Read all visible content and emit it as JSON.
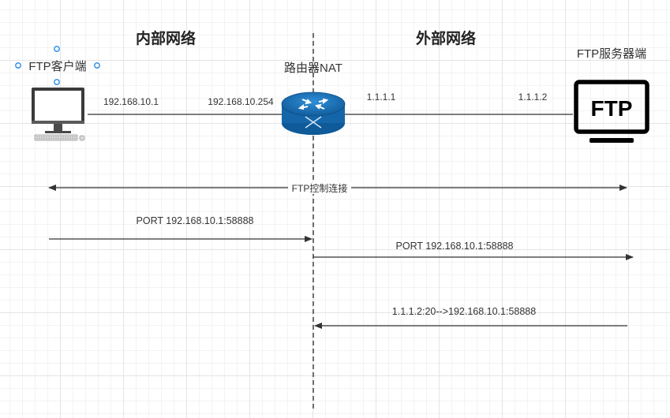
{
  "zones": {
    "internal": "内部网络",
    "external": "外部网络"
  },
  "nodes": {
    "client": {
      "label": "FTP客户端",
      "icon": "desktop-computer-icon"
    },
    "router": {
      "label": "路由器NAT",
      "icon": "router-icon"
    },
    "server": {
      "label": "FTP服务器端",
      "icon": "ftp-monitor-icon",
      "icon_text": "FTP"
    }
  },
  "addresses": {
    "client_ip": "192.168.10.1",
    "router_inner_ip": "192.168.10.254",
    "router_outer_ip": "1.1.1.1",
    "server_ip": "1.1.1.2"
  },
  "messages": {
    "control": "FTP控制连接",
    "port_client": "PORT 192.168.10.1:58888",
    "port_forwarded": "PORT 192.168.10.1:58888",
    "data_conn": "1.1.1.2:20-->192.168.10.1:58888"
  },
  "colors": {
    "router_blue": "#1a6fb5",
    "selection_handle": "#1e88e5",
    "line": "#333333"
  }
}
